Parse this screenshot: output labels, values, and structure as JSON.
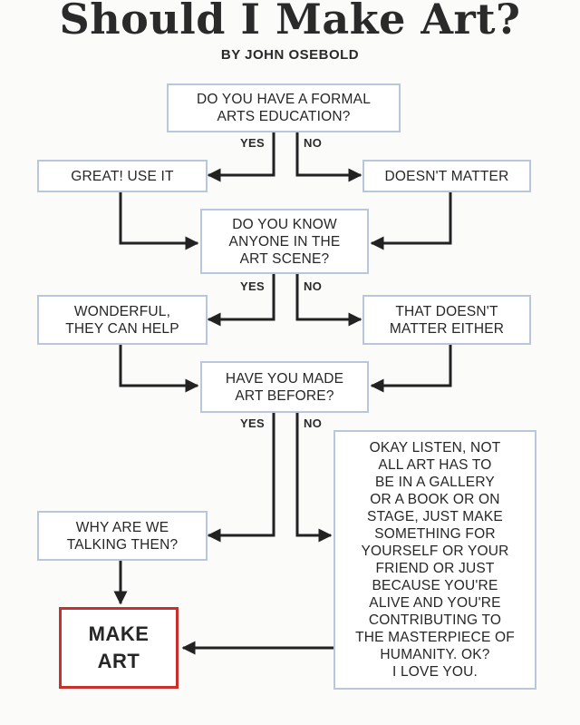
{
  "title": "Should I Make Art?",
  "byline": "BY JOHN OSEBOLD",
  "colors": {
    "box_border": "#b9c7dc",
    "final_border": "#c9302c",
    "arrow": "#222222"
  },
  "nodes": {
    "q1": "DO YOU HAVE A FORMAL\nARTS EDUCATION?",
    "a1_yes": "GREAT! USE IT",
    "a1_no": "DOESN'T MATTER",
    "q2": "DO YOU KNOW\nANYONE IN THE\nART SCENE?",
    "a2_yes": "WONDERFUL,\nTHEY CAN HELP",
    "a2_no": "THAT DOESN'T\nMATTER EITHER",
    "q3": "HAVE YOU MADE\nART BEFORE?",
    "a3_yes": "WHY ARE WE\nTALKING THEN?",
    "a3_no": "OKAY LISTEN, NOT\nALL ART HAS TO\nBE IN A GALLERY\nOR A BOOK OR ON\nSTAGE, JUST MAKE\nSOMETHING FOR\nYOURSELF OR YOUR\nFRIEND OR JUST\nBECAUSE YOU'RE\nALIVE AND YOU'RE\nCONTRIBUTING TO\nTHE MASTERPIECE OF\nHUMANITY. OK?\nI LOVE YOU.",
    "final": "MAKE\nART"
  },
  "labels": {
    "yes": "YES",
    "no": "NO"
  }
}
